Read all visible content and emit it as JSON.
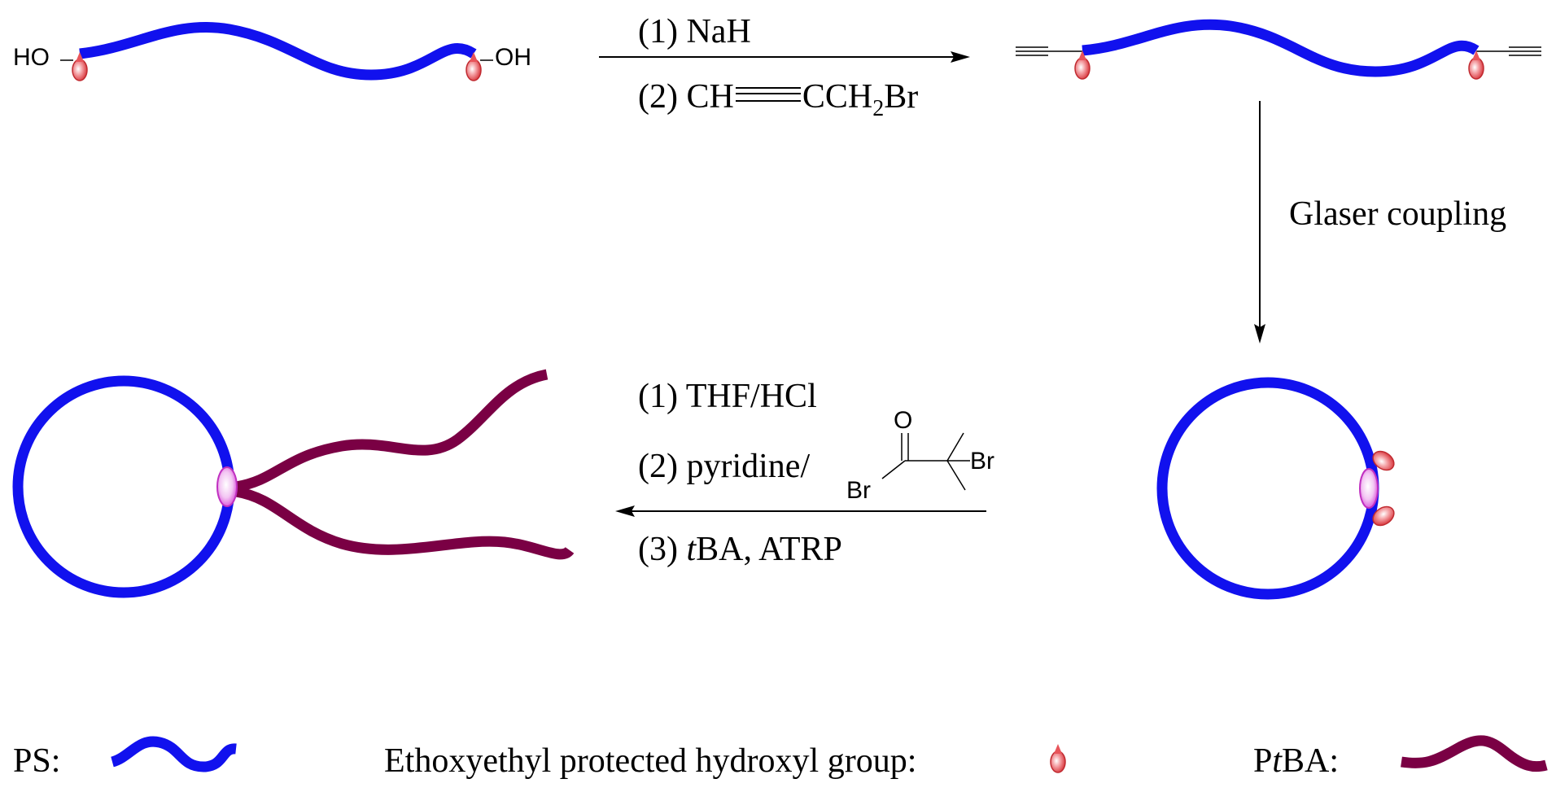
{
  "step1": {
    "label1": "(1) NaH",
    "label2_prefix": "(2) CH",
    "label2_mid": "CCH",
    "label2_sub": "2",
    "label2_end": "Br"
  },
  "reactant": {
    "ho_left": "HO",
    "oh_right": "OH"
  },
  "step2": {
    "label": "Glaser coupling"
  },
  "step3": {
    "label1": "(1) THF/HCl",
    "label2": "(2) pyridine/",
    "label3_prefix": "(3) ",
    "label3_italic": "t",
    "label3_rest": "BA, ATRP",
    "reagent_o": "O",
    "reagent_br1": "Br",
    "reagent_br2": "Br"
  },
  "legend": {
    "ps_label": "PS:",
    "hydroxyl_label": "Ethoxyethyl protected hydroxyl group:",
    "ptba_prefix": "P",
    "ptba_italic": "t",
    "ptba_rest": "BA:"
  },
  "colors": {
    "ps": "#1111ee",
    "ptba": "#7a0044",
    "hydroxyl": "#e8545a",
    "junction": "#e060e0"
  }
}
